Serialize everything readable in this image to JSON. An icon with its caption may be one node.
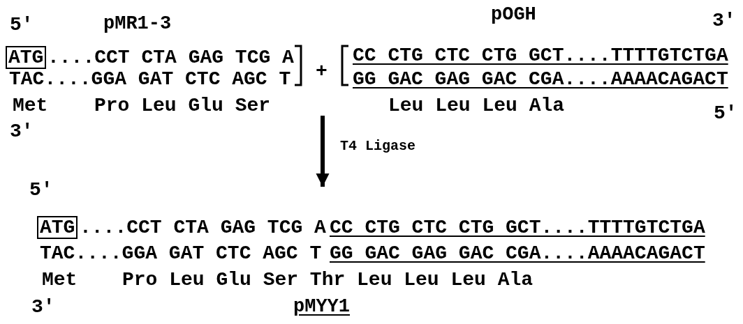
{
  "diagram": {
    "nodes": [
      {
        "text": [
          "pMR1-3",
          "....CCT CTA GAG TCG A",
          "TAC....GGA GAT CTC AGC T"
        ]
      },
      {
        "text": [
          "ATG"
        ],
        "in": 0
      },
      {
        "text": [
          "pOGH",
          "CC CTG CTC CTG GCT....TTTTGTCTGA",
          "GG GAC GAG GAC CGA....AAAACAGACT"
        ]
      },
      {
        "text": [
          "....CCT CTA GAG TCG A",
          "CC CTG CTC CTG GCT....TTTTGTCTGA",
          "TAC....GGA GAT CTC AGC T",
          "GG GAC GAG GAC CGA....AAAACAGACT",
          "pMYY1"
        ]
      },
      {
        "text": [
          "ATG"
        ],
        "in": 3
      }
    ],
    "edges": [
      {
        "from": null,
        "to": 3,
        "arrow": "to",
        "label": "T4 Ligase"
      }
    ],
    "labels": [
      "5'",
      "3'",
      "+",
      "Met",
      "Pro Leu Glu Ser",
      "Leu Leu Leu Ala",
      "5'",
      "3'",
      "5'",
      "Met",
      "Pro Leu Glu Ser Thr Leu Leu Leu Ala",
      "3'"
    ]
  }
}
